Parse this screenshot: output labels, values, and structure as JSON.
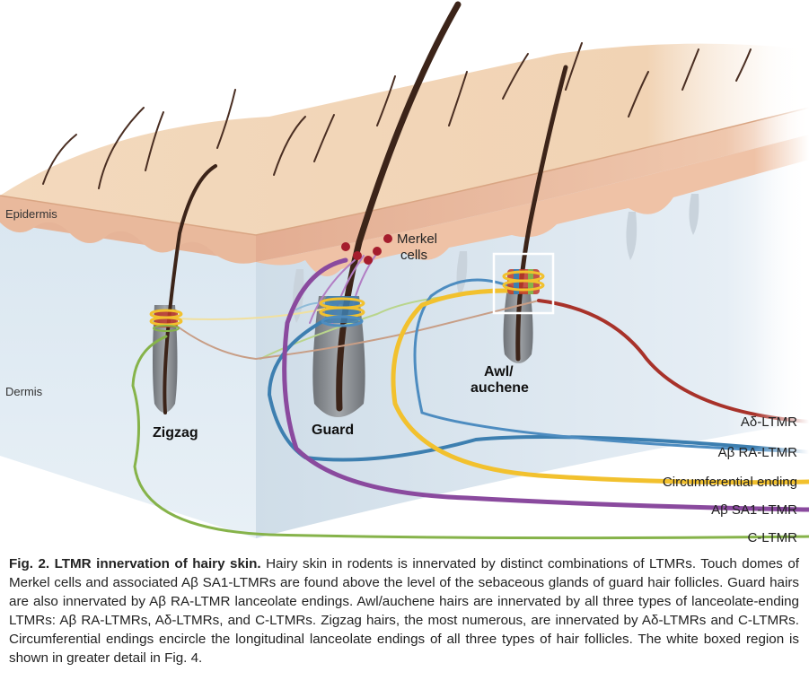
{
  "figure": {
    "layer_labels": {
      "epidermis": "Epidermis",
      "dermis": "Dermis"
    },
    "hair_labels": {
      "zigzag": "Zigzag",
      "guard": "Guard",
      "awl_line1": "Awl/",
      "awl_line2": "auchene"
    },
    "merkel_line1": "Merkel",
    "merkel_line2": "cells",
    "fiber_labels": [
      {
        "text": "Aδ-LTMR",
        "color": "#a8322a"
      },
      {
        "text": "Aβ RA-LTMR",
        "color": "#2f6f9e"
      },
      {
        "text": "Circumferential ending",
        "color": "#f2c12e"
      },
      {
        "text": "Aβ SA1-LTMR",
        "color": "#8a4a9e"
      },
      {
        "text": "C-LTMR",
        "color": "#7fae3a"
      }
    ],
    "colors": {
      "skin_surface": "#f1d3b4",
      "epidermis": "#e8b59a",
      "dermis": "#dfe9f2",
      "hair_shaft": "#4a2e22",
      "follicle": "#8a8d92",
      "box": "#ffffff"
    }
  },
  "caption": {
    "title": "Fig. 2. LTMR innervation of hairy skin.",
    "body": "Hairy skin in rodents is innervated by distinct combinations of LTMRs. Touch domes of Merkel cells and associated Aβ SA1-LTMRs are found above the level of the sebaceous glands of guard hair follicles. Guard hairs are also innervated by Aβ RA-LTMR lanceolate endings. Awl/auchene hairs are innervated by all three types of lanceolate-ending LTMRs: Aβ RA-LTMRs, Aδ-LTMRs, and C-LTMRs. Zigzag hairs, the most numerous, are innervated by Aδ-LTMRs and C-LTMRs. Circumferential endings encircle the longitudinal lanceolate endings of all three types of hair follicles. The white boxed region is shown in greater detail in Fig. 4."
  }
}
